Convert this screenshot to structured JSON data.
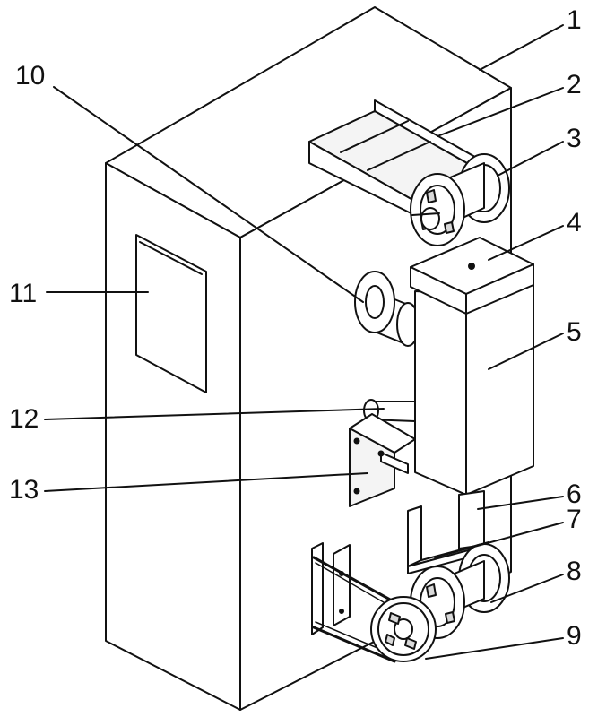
{
  "callouts": {
    "c1": "1",
    "c2": "2",
    "c3": "3",
    "c4": "4",
    "c5": "5",
    "c6": "6",
    "c7": "7",
    "c8": "8",
    "c9": "9",
    "c10": "10",
    "c11": "11",
    "c12": "12",
    "c13": "13"
  },
  "colors": {
    "stroke": "#111111",
    "face": "#ffffff",
    "shade": "#d9d9d9"
  }
}
